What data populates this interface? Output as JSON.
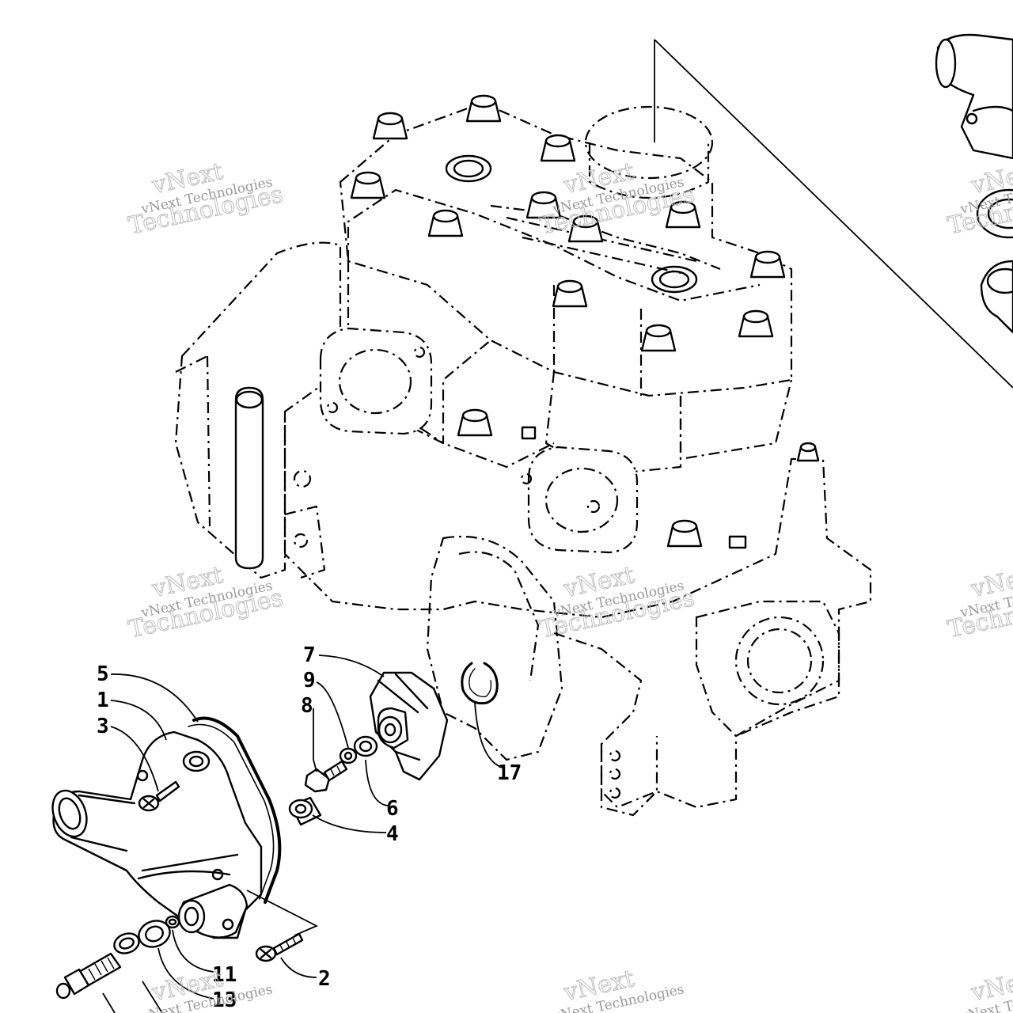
{
  "callouts": [
    {
      "id": "1",
      "label": "1"
    },
    {
      "id": "2",
      "label": "2"
    },
    {
      "id": "3",
      "label": "3"
    },
    {
      "id": "4",
      "label": "4"
    },
    {
      "id": "5",
      "label": "5"
    },
    {
      "id": "6",
      "label": "6"
    },
    {
      "id": "7",
      "label": "7"
    },
    {
      "id": "8",
      "label": "8"
    },
    {
      "id": "9",
      "label": "9"
    },
    {
      "id": "11",
      "label": "11"
    },
    {
      "id": "13",
      "label": "13"
    },
    {
      "id": "17",
      "label": "17"
    }
  ],
  "watermark": {
    "line1": "vNext",
    "line2": "vNext Technologies",
    "line3": "Technologies"
  }
}
